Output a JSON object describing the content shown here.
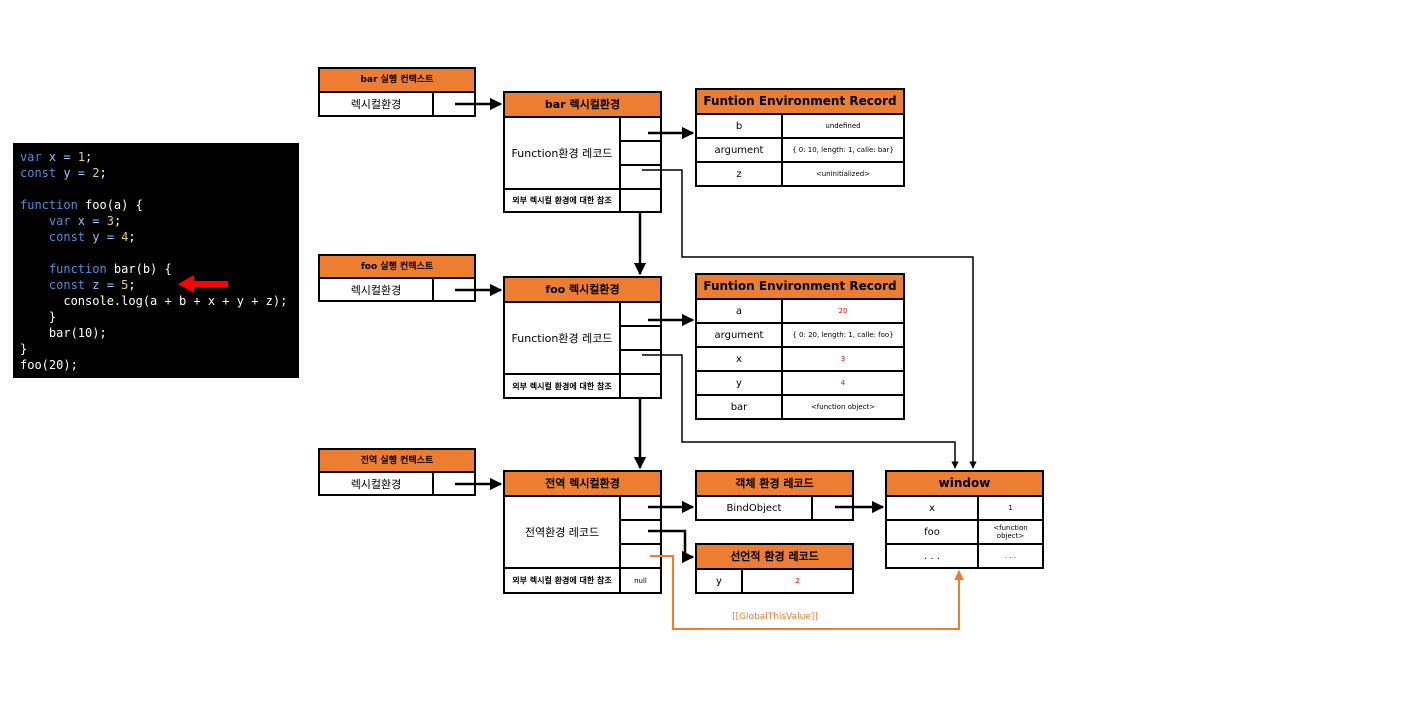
{
  "code": {
    "lines": [
      [
        {
          "t": "var",
          "c": "kw"
        },
        {
          "t": " x = ",
          "c": "var"
        },
        {
          "t": "1",
          "c": "num"
        },
        {
          "t": ";",
          "c": ""
        }
      ],
      [
        {
          "t": "const",
          "c": "kw"
        },
        {
          "t": " y = ",
          "c": "var"
        },
        {
          "t": "2",
          "c": "num"
        },
        {
          "t": ";",
          "c": ""
        }
      ],
      [],
      [
        {
          "t": "function",
          "c": "kw"
        },
        {
          "t": " foo(a) {",
          "c": ""
        }
      ],
      [
        {
          "t": "    var",
          "c": "kw"
        },
        {
          "t": " x = ",
          "c": "var"
        },
        {
          "t": "3",
          "c": "num"
        },
        {
          "t": ";",
          "c": ""
        }
      ],
      [
        {
          "t": "    const",
          "c": "kw"
        },
        {
          "t": " y = ",
          "c": "var"
        },
        {
          "t": "4",
          "c": "num"
        },
        {
          "t": ";",
          "c": ""
        }
      ],
      [],
      [
        {
          "t": "    function",
          "c": "kw"
        },
        {
          "t": " bar(b) {",
          "c": ""
        }
      ],
      [
        {
          "t": "    const",
          "c": "kw"
        },
        {
          "t": " z = ",
          "c": "var"
        },
        {
          "t": "5",
          "c": "num"
        },
        {
          "t": ";",
          "c": ""
        }
      ],
      [
        {
          "t": "      console.log(a + b + x + y + z);",
          "c": ""
        }
      ],
      [
        {
          "t": "    }",
          "c": ""
        }
      ],
      [
        {
          "t": "    bar(10);",
          "c": ""
        }
      ],
      [
        {
          "t": "}",
          "c": ""
        }
      ],
      [
        {
          "t": "foo(20);",
          "c": ""
        }
      ]
    ]
  },
  "exec_contexts": {
    "bar": {
      "title": "bar 실행 컨텍스트",
      "lex_label": "렉시컬환경"
    },
    "foo": {
      "title": "foo 실행 컨텍스트",
      "lex_label": "렉시컬환경"
    },
    "global": {
      "title": "전역 실행 컨텍스트",
      "lex_label": "렉시컬환경"
    }
  },
  "lex_envs": {
    "bar": {
      "title": "bar 렉시컬환경",
      "record_label": "Function환경 레코드",
      "outer_label": "외부 렉시컬 환경에 대한 참조"
    },
    "foo": {
      "title": "foo 렉시컬환경",
      "record_label": "Function환경 레코드",
      "outer_label": "외부 렉시컬 환경에 대한 참조"
    },
    "global": {
      "title": "전역 렉시컬환경",
      "record_label": "전역환경 레코드",
      "outer_label": "외부 렉시컬 환경에 대한 참조",
      "outer_value": "null"
    }
  },
  "bar_record": {
    "title": "Funtion Environment Record",
    "rows": [
      {
        "k": "b",
        "v": "undefined"
      },
      {
        "k": "argument",
        "v": "{ 0: 10, length: 1, calle: bar}"
      },
      {
        "k": "z",
        "v": "<uninitialized>"
      }
    ]
  },
  "foo_record": {
    "title": "Funtion Environment Record",
    "rows": [
      {
        "k": "a",
        "v": "20"
      },
      {
        "k": "argument",
        "v": "{ 0: 20, length: 1, calle: foo}"
      },
      {
        "k": "x",
        "v": "3"
      },
      {
        "k": "y",
        "v": "4"
      },
      {
        "k": "bar",
        "v": "<function object>"
      }
    ]
  },
  "object_record": {
    "title": "객체 환경 레코드",
    "binding": "BindObject"
  },
  "decl_record": {
    "title": "선언적 환경 레코드",
    "rows": [
      {
        "k": "y",
        "v": "2"
      }
    ]
  },
  "window": {
    "title": "window",
    "rows": [
      {
        "k": "x",
        "v": "1"
      },
      {
        "k": "foo",
        "v": "<function object>"
      },
      {
        "k": ". . .",
        "v": ". . ."
      }
    ]
  },
  "global_this_label": "[[GlobalThisValue]]",
  "colors": {
    "orange": "#ed7d31",
    "red": "#ff0000",
    "code_bg": "#000000"
  }
}
